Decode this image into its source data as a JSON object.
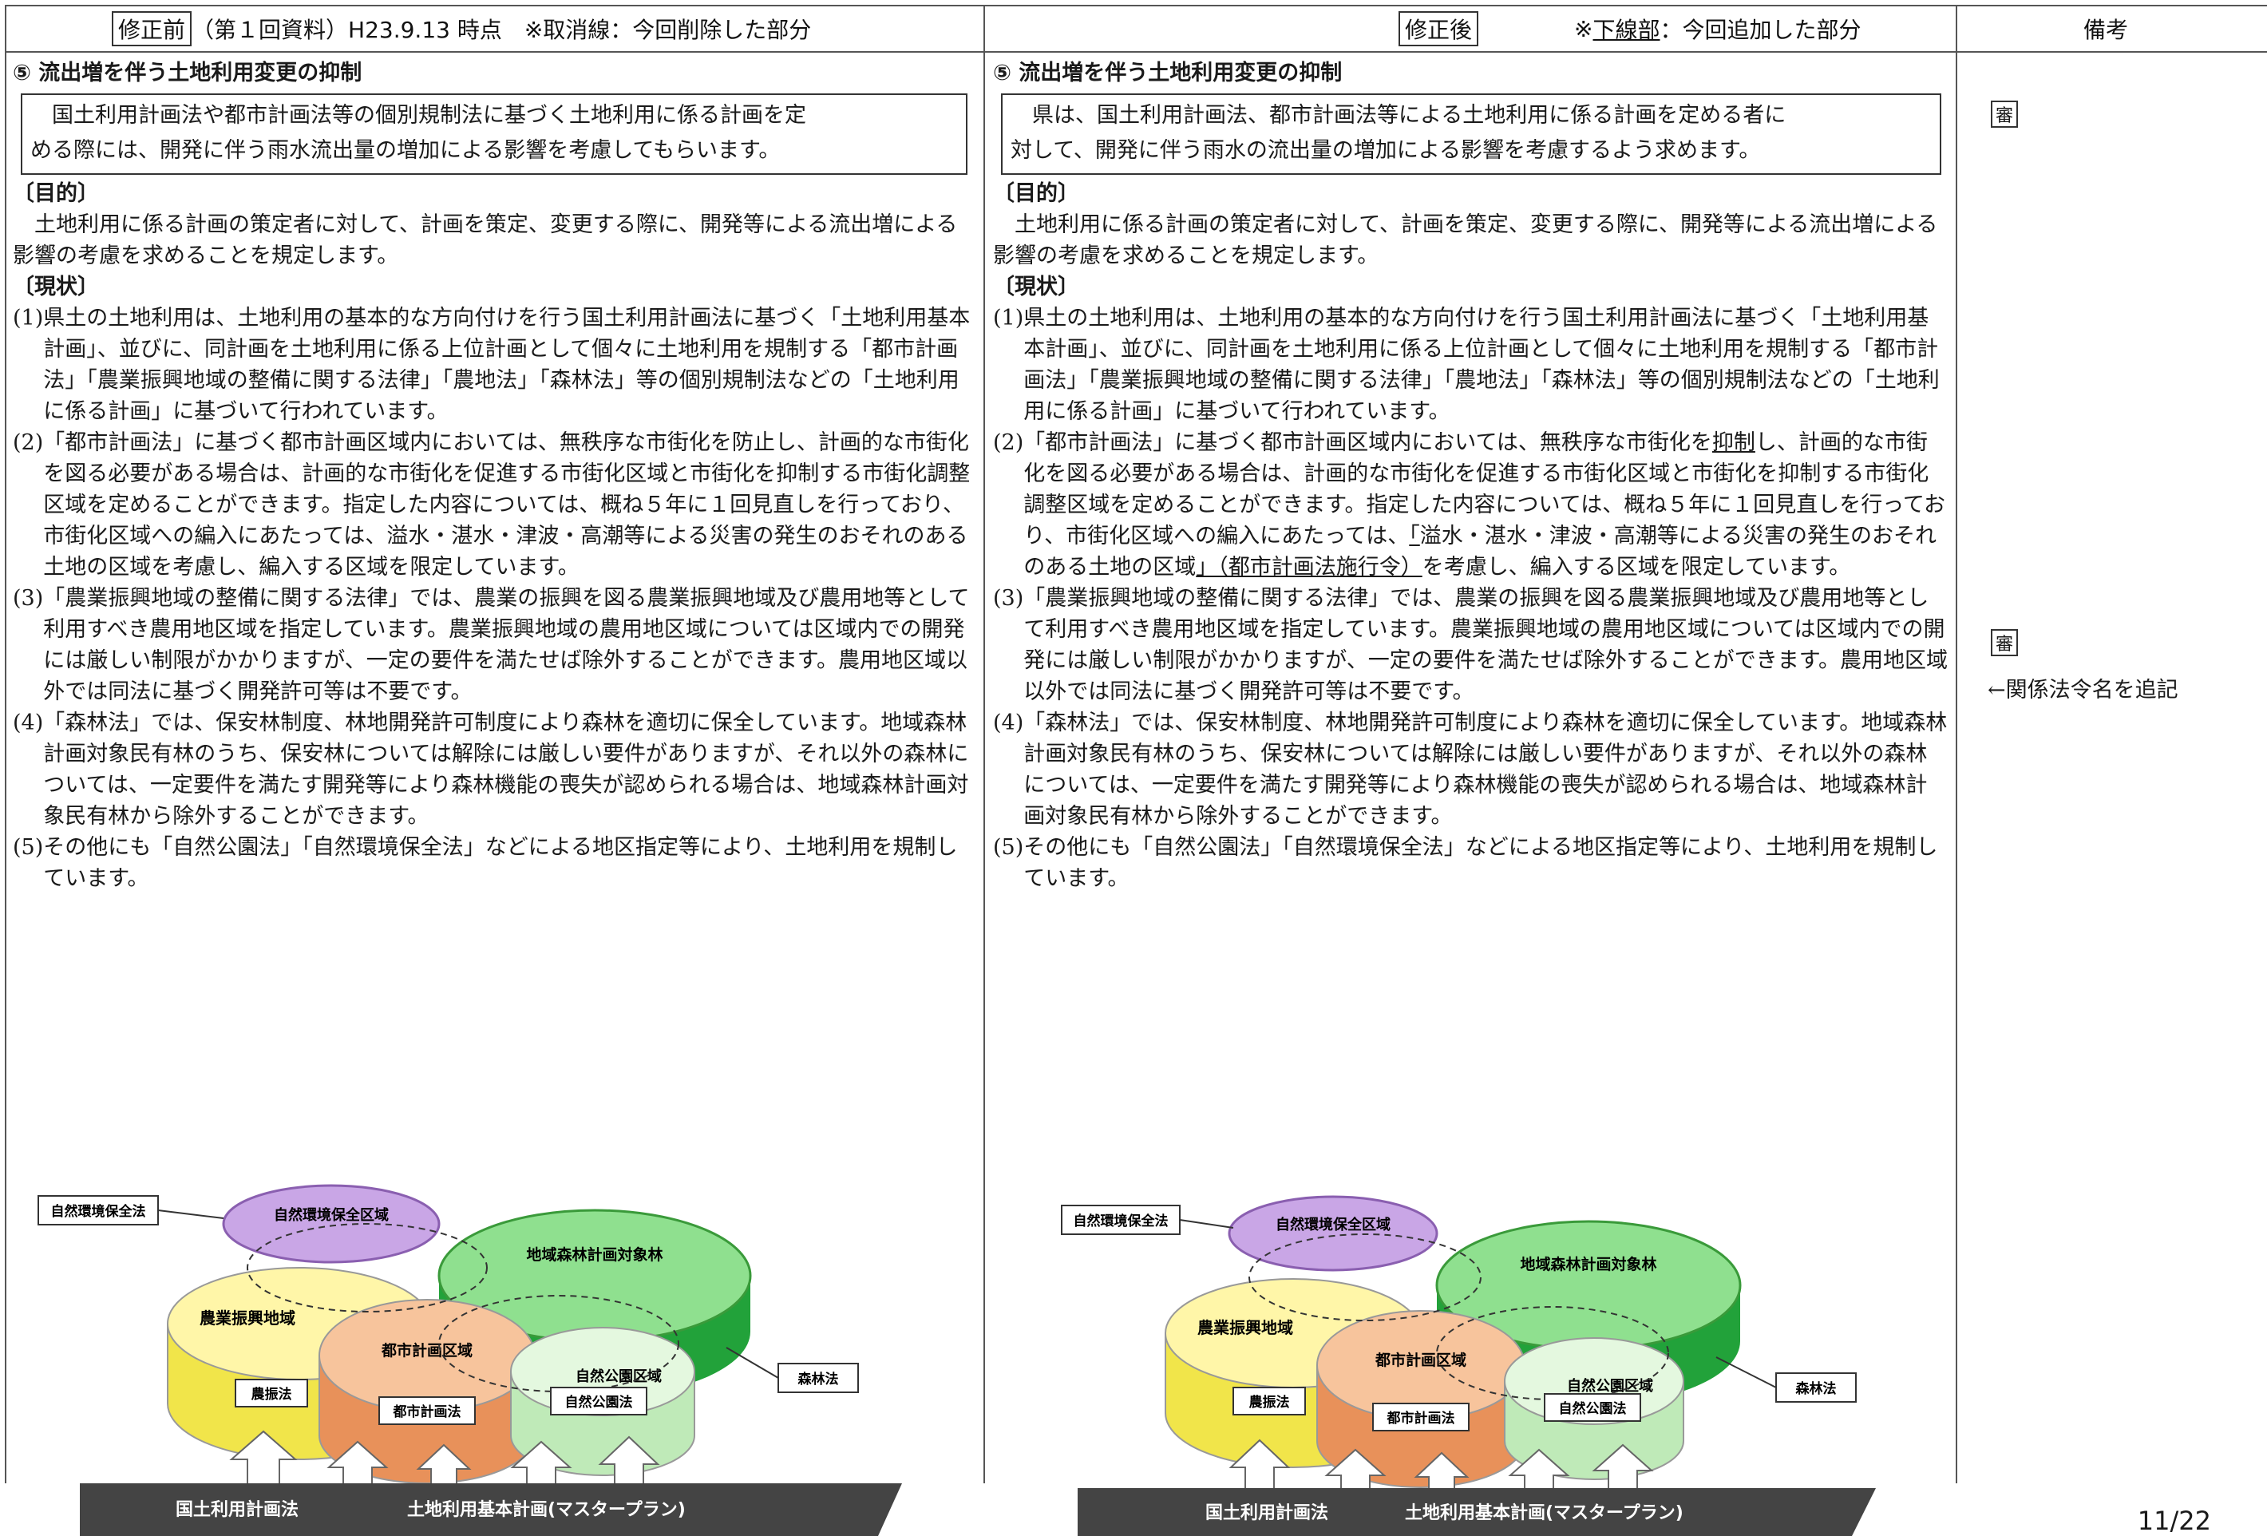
{
  "header": {
    "left_boxed": "修正前",
    "left_rest": "（第１回資料）H23.9.13 時点　※取消線：今回削除した部分",
    "right_boxed": "修正後",
    "right_note_prefix": "※",
    "right_note_ul": "下線部",
    "right_note_rest": "：今回追加した部分",
    "remarks": "備考"
  },
  "left": {
    "section_title": "⑤ 流出増を伴う土地利用変更の抑制",
    "summary_line1": "国土利用計画法や都市計画法等の個別規制法に基づく土地利用に係る計画を定",
    "summary_line2": "める際には、開発に伴う雨水流出量の増加による影響を考慮してもらいます。",
    "purpose_label": "〔目的〕",
    "purpose_text": "土地利用に係る計画の策定者に対して、計画を策定、変更する際に、開発等による流出増による影響の考慮を求めることを規定します。",
    "status_label": "〔現状〕",
    "items": [
      {
        "num": "(1)",
        "text": "県土の土地利用は、土地利用の基本的な方向付けを行う国土利用計画法に基づく「土地利用基本計画」、並びに、同計画を土地利用に係る上位計画として個々に土地利用を規制する「都市計画法」「農業振興地域の整備に関する法律」「農地法」「森林法」等の個別規制法などの「土地利用に係る計画」に基づいて行われています。"
      },
      {
        "num": "(2)",
        "text": "「都市計画法」に基づく都市計画区域内においては、無秩序な市街化を防止し、計画的な市街化を図る必要がある場合は、計画的な市街化を促進する市街化区域と市街化を抑制する市街化調整区域を定めることができます。指定した内容については、概ね５年に１回見直しを行っており、市街化区域への編入にあたっては、溢水・湛水・津波・高潮等による災害の発生のおそれのある土地の区域を考慮し、編入する区域を限定しています。"
      },
      {
        "num": "(3)",
        "text": "「農業振興地域の整備に関する法律」では、農業の振興を図る農業振興地域及び農用地等として利用すべき農用地区域を指定しています。農業振興地域の農用地区域については区域内での開発には厳しい制限がかかりますが、一定の要件を満たせば除外することができます。農用地区域以外では同法に基づく開発許可等は不要です。"
      },
      {
        "num": "(4)",
        "text": "「森林法」では、保安林制度、林地開発許可制度により森林を適切に保全しています。地域森林計画対象民有林のうち、保安林については解除には厳しい要件がありますが、それ以外の森林については、一定要件を満たす開発等により森林機能の喪失が認められる場合は、地域森林計画対象民有林から除外することができます。"
      },
      {
        "num": "(5)",
        "text": "その他にも「自然公園法」「自然環境保全法」などによる地区指定等により、土地利用を規制しています。"
      }
    ]
  },
  "right": {
    "section_title": "⑤ 流出増を伴う土地利用変更の抑制",
    "summary_line1": "県は、国土利用計画法、都市計画法等による土地利用に係る計画を定める者に",
    "summary_line2": "対して、開発に伴う雨水の流出量の増加による影響を考慮するよう求めます。",
    "purpose_label": "〔目的〕",
    "purpose_text": "土地利用に係る計画の策定者に対して、計画を策定、変更する際に、開発等による流出増による影響の考慮を求めることを規定します。",
    "status_label": "〔現状〕",
    "item1": "県土の土地利用は、土地利用の基本的な方向付けを行う国土利用計画法に基づく「土地利用基本計画」、並びに、同計画を土地利用に係る上位計画として個々に土地利用を規制する「都市計画法」「農業振興地域の整備に関する法律」「農地法」「森林法」等の個別規制法などの「土地利用に係る計画」に基づいて行われています。",
    "item2_a": "「都市計画法」に基づく都市計画区域内においては、無秩序な市街化を",
    "item2_ul1": "抑制",
    "item2_b": "し、計画的な市街化を図る必要がある場合は、計画的な市街化を促進する市街化区域と市街化を抑制する市街化調整区域を定めることができます。指定した内容については、概ね５年に１回見直しを行っており、市街化区域への編入にあたっては、",
    "item2_ul2": "「",
    "item2_c": "溢水・湛水・津波・高潮等による災害の発生のおそれのある土地の区域",
    "item2_ul3": "」（都市計画法施行令）",
    "item2_d": "を考慮し、編入する区域を限定しています。",
    "item3": "「農業振興地域の整備に関する法律」では、農業の振興を図る農業振興地域及び農用地等として利用すべき農用地区域を指定しています。農業振興地域の農用地区域については区域内での開発には厳しい制限がかかりますが、一定の要件を満たせば除外することができます。農用地区域以外では同法に基づく開発許可等は不要です。",
    "item4": "「森林法」では、保安林制度、林地開発許可制度により森林を適切に保全しています。地域森林計画対象民有林のうち、保安林については解除には厳しい要件がありますが、それ以外の森林については、一定要件を満たす開発等により森林機能の喪失が認められる場合は、地域森林計画対象民有林から除外することができます。",
    "item5": "その他にも「自然公園法」「自然環境保全法」などによる地区指定等により、土地利用を規制しています。"
  },
  "diagram": {
    "shizen_kankyo_hozen_ho": "自然環境保全法",
    "shizen_kankyo_hozen_kuiki": "自然環境保全区域",
    "chiiki_shinrin": "地域森林計画対象林",
    "nogyo_shinko_chiiki": "農業振興地域",
    "toshi_keikaku_kuiki": "都市計画区域",
    "shizen_koen_kuiki": "自然公園区域",
    "shinrin_ho": "森林法",
    "noshin_ho": "農振法",
    "toshi_keikaku_ho": "都市計画法",
    "shizen_koen_ho": "自然公園法",
    "base_law": "国土利用計画法",
    "base_plan": "土地利用基本計画(マスタープラン)"
  },
  "remarks": {
    "mark": "審",
    "note": "←関係法令名を追記"
  },
  "page_number": "11/22"
}
